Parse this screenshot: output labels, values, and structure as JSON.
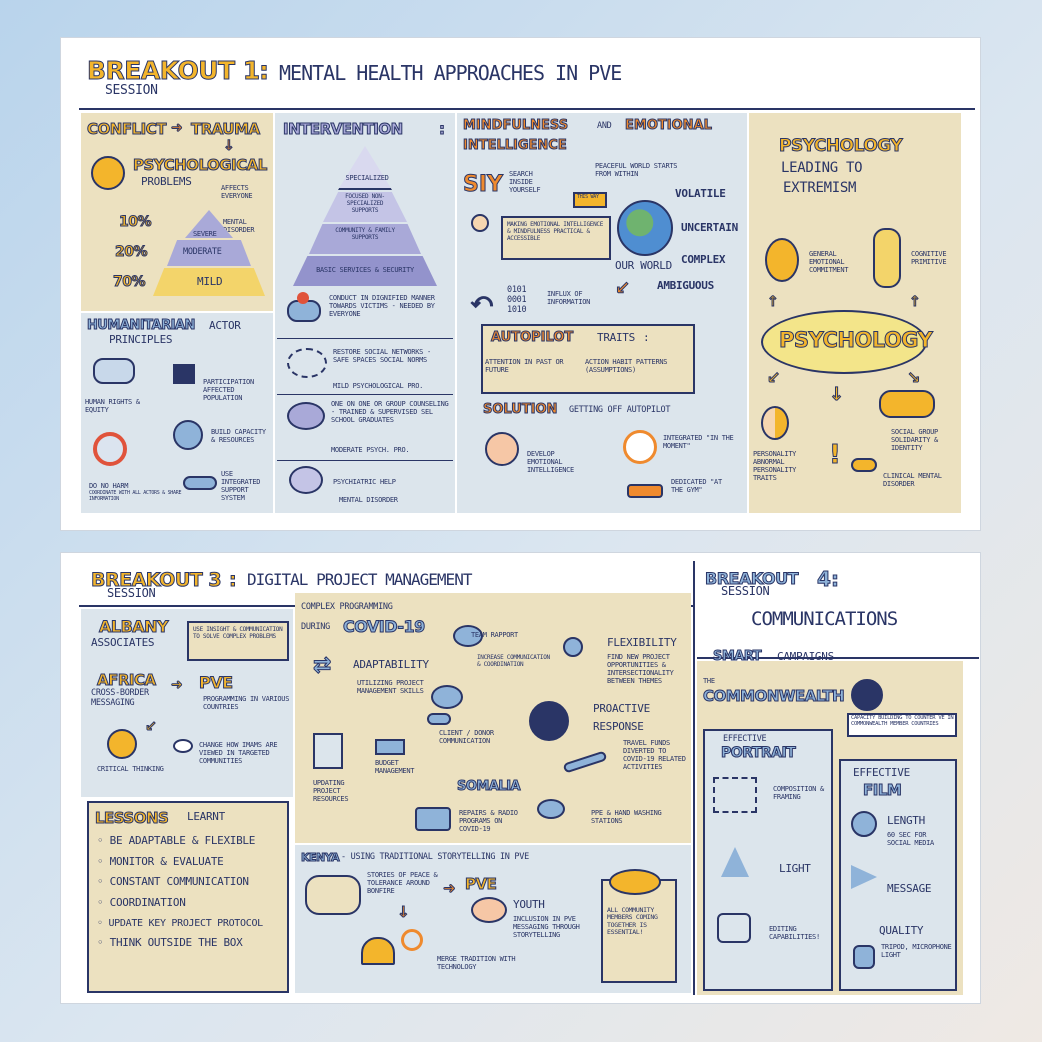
{
  "b1": {
    "title": "BREAKOUT 1",
    "colon": ":",
    "subtitle": "MENTAL HEALTH APPROACHES IN PVE",
    "session": "SESSION",
    "conflict": {
      "a": "CONFLICT",
      "b": "TRAUMA",
      "psych": "PSYCHOLOGICAL",
      "problems": "PROBLEMS",
      "affects": "AFFECTS EVERYONE",
      "mental": "MENTAL DISORDER",
      "p10": "10%",
      "p20": "20%",
      "p70": "70%",
      "severe": "SEVERE",
      "moderate": "MODERATE",
      "mild": "MILD"
    },
    "humanitarian": {
      "title": "HUMANITARIAN",
      "actor": "ACTOR",
      "principles": "PRINCIPLES",
      "rights": "HUMAN RIGHTS & EQUITY",
      "participation": "PARTICIPATION AFFECTED POPULATION",
      "donoharm": "DO NO HARM",
      "donoharm_sub": "COORDINATE WITH ALL ACTORS & SHARE INFORMATION",
      "capacity": "BUILD CAPACITY & RESOURCES",
      "integrated": "USE INTEGRATED SUPPORT SYSTEM"
    },
    "intervention": {
      "title": "INTERVENTION",
      "colon": ":",
      "l1": "SPECIALIZED",
      "l2": "FOCUSED NON-SPECIALIZED SUPPORTS",
      "l3": "COMMUNITY & FAMILY SUPPORTS",
      "l4": "BASIC SERVICES & SECURITY",
      "c1": "CONDUCT IN DIGNIFIED MANNER TOWARDS VICTIMS - NEEDED BY EVERYONE",
      "c2": "RESTORE SOCIAL NETWORKS - SAFE SPACES SOCIAL NORMS",
      "c2b": "MILD PSYCHOLOGICAL PRO.",
      "c3": "ONE ON ONE OR GROUP COUNSELING - TRAINED & SUPERVISED SEL SCHOOL GRADUATES",
      "c3b": "MODERATE PSYCH. PRO.",
      "c4": "PSYCHIATRIC HELP",
      "c4b": "MENTAL DISORDER"
    },
    "mindfulness": {
      "t1": "MINDFULNESS",
      "and": "AND",
      "t2": "EMOTIONAL",
      "t3": "INTELLIGENCE",
      "siy": "SIY",
      "search": "SEARCH INSIDE YOURSELF",
      "peaceful": "PEACEFUL WORLD STARTS FROM WITHIN",
      "sign": "THIS WAY",
      "making": "MAKING EMOTIONAL INTELLIGENCE & MINDFULNESS PRACTICAL & ACCESSIBLE",
      "ourworld": "OUR WORLD",
      "v": "VOLATILE",
      "u": "UNCERTAIN",
      "c": "COMPLEX",
      "a": "AMBIGUOUS",
      "binary": "0101 0001 1010",
      "influx": "INFLUX OF INFORMATION",
      "autopilot": "AUTOPILOT",
      "traits": "TRAITS",
      "colon": ":",
      "att": "ATTENTION IN PAST OR FUTURE",
      "act": "ACTION HABIT PATTERNS (ASSUMPTIONS)",
      "solution": "SOLUTION",
      "getting": "GETTING OFF AUTOPILOT",
      "develop": "DEVELOP EMOTIONAL INTELLIGENCE",
      "moment": "INTEGRATED \"IN THE MOMENT\"",
      "gym": "DEDICATED \"AT THE GYM\""
    },
    "psychology": {
      "t1": "PSYCHOLOGY",
      "t2": "LEADING TO",
      "t3": "EXTREMISM",
      "general": "GENERAL EMOTIONAL COMMITMENT",
      "cognitive": "COGNITIVE PRIMITIVE",
      "center": "PSYCHOLOGY",
      "personality": "PERSONALITY ABNORMAL PERSONALITY TRAITS",
      "social": "SOCIAL GROUP SOLIDARITY & IDENTITY",
      "clinical": "CLINICAL MENTAL DISORDER"
    }
  },
  "b3": {
    "title": "BREAKOUT 3",
    "colon": ":",
    "subtitle": "DIGITAL PROJECT MANAGEMENT",
    "session": "SESSION",
    "albany": "ALBANY",
    "associates": "ASSOCIATES",
    "insight": "USE INSIGHT & COMMUNICATION TO SOLVE COMPLEX PROBLEMS",
    "africa": "AFRICA",
    "crossborder": "CROSS-BORDER MESSAGING",
    "pve": "PVE",
    "programming": "PROGRAMMING IN VARIOUS COUNTRIES",
    "critical": "CRITICAL THINKING",
    "change": "CHANGE HOW IMAMS ARE VIEWED IN TARGETED COMMUNITIES",
    "lessons": "LESSONS",
    "learnt": "LEARNT",
    "lessons_items": [
      "BE ADAPTABLE & FLEXIBLE",
      "MONITOR & EVALUATE",
      "CONSTANT COMMUNICATION",
      "COORDINATION",
      "UPDATE KEY PROJECT PROTOCOL",
      "THINK OUTSIDE THE BOX"
    ],
    "complex": "COMPLEX PROGRAMMING",
    "during": "DURING",
    "covid": "COVID-19",
    "adaptability": "ADAPTABILITY",
    "utilizing": "UTILIZING PROJECT MANAGEMENT SKILLS",
    "team": "TEAM RAPPORT",
    "increase": "INCREASE COMMUNICATION & COORDINATION",
    "flexibility": "FLEXIBILITY",
    "findnew": "FIND NEW PROJECT OPPORTUNITIES & INTERSECTIONALITY BETWEEN THEMES",
    "client": "CLIENT / DONOR COMMUNICATION",
    "updating": "UPDATING PROJECT RESOURCES",
    "budget": "BUDGET MANAGEMENT",
    "proactive": "PROACTIVE",
    "response": "RESPONSE",
    "travel": "TRAVEL FUNDS DIVERTED TO COVID-19 RELATED ACTIVITIES",
    "somalia": "SOMALIA",
    "repairs": "REPAIRS & RADIO PROGRAMS ON COVID-19",
    "ppe": "PPE & HAND WASHING STATIONS",
    "kenya": "KENYA",
    "kenya_sub": "- USING TRADITIONAL STORYTELLING IN PVE",
    "stories": "STORIES OF PEACE & TOLERANCE AROUND BONFIRE",
    "pve2": "PVE",
    "youth": "YOUTH",
    "inclusion": "INCLUSION IN PVE MESSAGING THROUGH STORYTELLING",
    "merge": "MERGE TRADITION WITH TECHNOLOGY",
    "allcomm": "ALL COMMUNITY MEMBERS COMING TOGETHER IS ESSENTIAL!"
  },
  "b4": {
    "title": "BREAKOUT",
    "num": "4",
    "colon": ":",
    "session": "SESSION",
    "subtitle": "COMMUNICATIONS",
    "smart": "SMART",
    "campaigns": "CAMPAIGNS",
    "the": "THE",
    "commonwealth": "COMMONWEALTH",
    "capacity": "CAPACITY BUILDING TO COUNTER VE IN COMMONWEALTH MEMBER COUNTRIES",
    "effective1": "EFFECTIVE",
    "portrait": "PORTRAIT",
    "composition": "COMPOSITION & FRAMING",
    "light": "LIGHT",
    "editing": "EDITING CAPABILITIES!",
    "effective2": "EFFECTIVE",
    "film": "FILM",
    "length": "LENGTH",
    "length_sub": "60 SEC FOR SOCIAL MEDIA",
    "message": "MESSAGE",
    "quality": "QUALITY",
    "quality_sub": "TRIPOD, MICROPHONE LIGHT"
  },
  "colors": {
    "navy": "#2a3566",
    "yellow": "#f3b52c",
    "orange": "#ef8a2e",
    "tan": "#ece1c0",
    "blue": "#dce5ec",
    "lavender": "#a9a9d8"
  }
}
